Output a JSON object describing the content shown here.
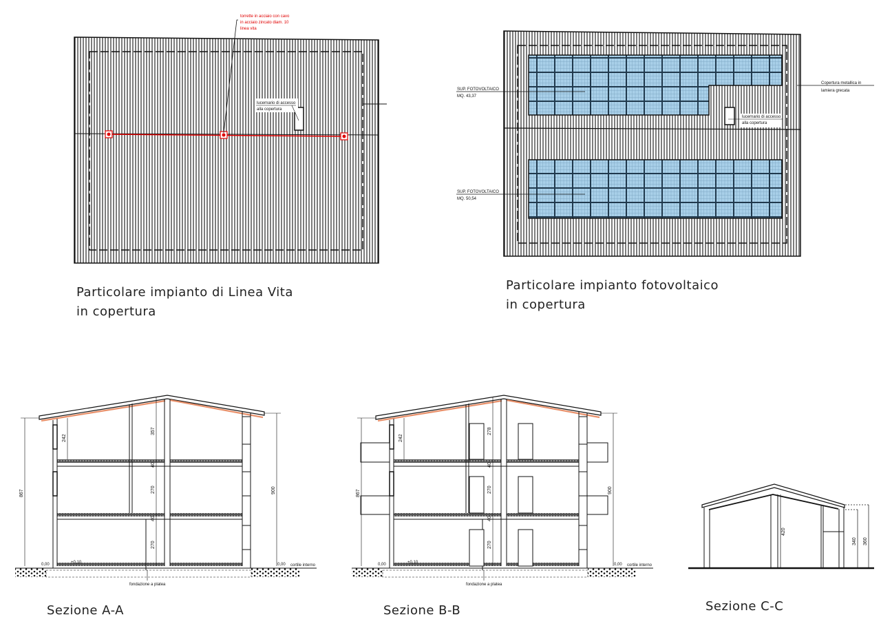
{
  "plan_lifeline": {
    "title_line1": "Particolare impianto di Linea Vita",
    "title_line2": "in copertura",
    "anchor_note": [
      "torrette in acciaio con cavo",
      "in acciaio zincato diam. 10",
      "linea vita"
    ],
    "skylight_note": [
      "lucernario di accesso",
      "alla copertura"
    ]
  },
  "plan_pv": {
    "title_line1": "Particolare impianto fotovoltaico",
    "title_line2": "in copertura",
    "pv_top": [
      "SUP. FOTOVOLTAICO",
      "MQ. 43,37"
    ],
    "pv_bottom": [
      "SUP. FOTOVOLTAICO",
      "MQ. 50,54"
    ],
    "skylight_note": [
      "lucernario di accesso",
      "alla copertura"
    ],
    "roof_note": [
      "Copertura metallica in",
      "lamiera grecata"
    ]
  },
  "sections": {
    "a": {
      "title": "Sezione A-A",
      "dims": {
        "total_left": "867",
        "total_right": "900",
        "eave": "242",
        "top": "357",
        "slab1": "40",
        "mid": "270",
        "slab2": "40",
        "low": "270"
      },
      "level_ext": "0,00",
      "level_int": "+0,10",
      "level_right": "0,00",
      "courtyard": "cortile interno",
      "foundation": "fondazione a platea"
    },
    "b": {
      "title": "Sezione B-B",
      "dims": {
        "total_left": "867",
        "total_right": "900",
        "eave": "242",
        "top": "278",
        "slab1": "40",
        "mid": "270",
        "slab2": "40",
        "low": "270"
      },
      "level_ext": "0,00",
      "level_int": "+0,10",
      "level_right": "0,00",
      "courtyard": "cortile interno",
      "foundation": "fondazione a platea"
    },
    "c": {
      "title": "Sezione C-C",
      "dims": {
        "ridge": "420",
        "eave_inner": "340",
        "eave_outer": "360"
      }
    }
  },
  "colors": {
    "lifeline": "#e00000",
    "pv_panel": "#a8cfe8",
    "roof_layer": "#e8906a",
    "line": "#111111"
  }
}
